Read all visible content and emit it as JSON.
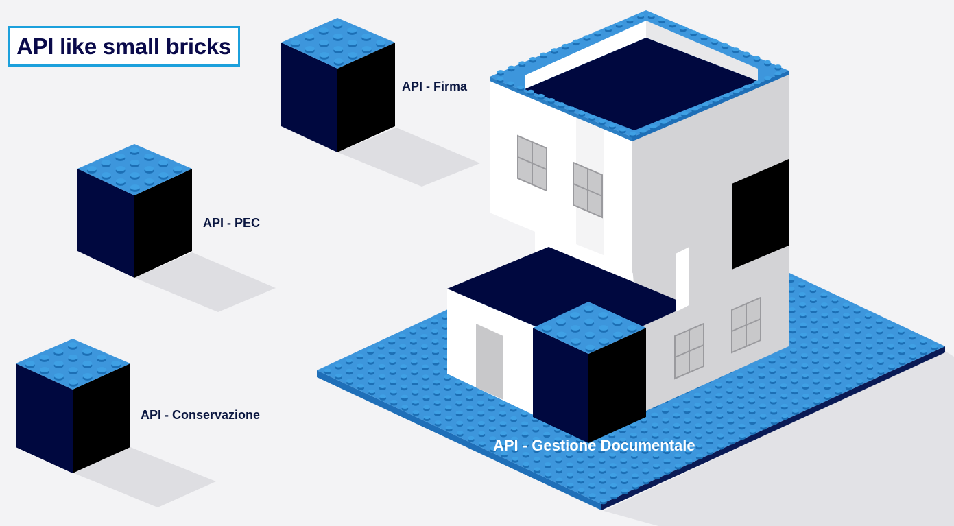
{
  "title": "API like small bricks",
  "labels": {
    "firma": "API - Firma",
    "pec": "API - PEC",
    "conservazione": "API - Conservazione",
    "gestione": "API - Gestione Documentale"
  },
  "colors": {
    "stud_blue": "#3d96dc",
    "brick_front": "#00083f",
    "brick_side": "#000000",
    "house_white": "#ffffff",
    "house_shade": "#cfcfd2",
    "window_gray": "#c8c8ca",
    "accent_border": "#1ca0dc"
  }
}
